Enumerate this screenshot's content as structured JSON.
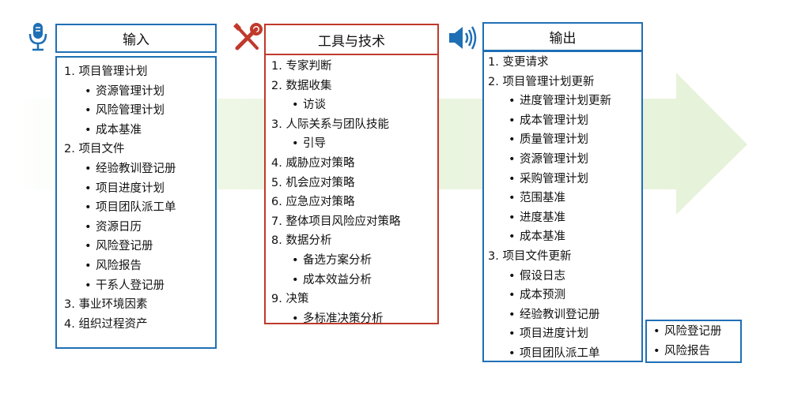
{
  "inputs": {
    "title": "输入",
    "items": [
      {
        "text": "1. 项目管理计划",
        "level": 0
      },
      {
        "text": "资源管理计划",
        "level": 1
      },
      {
        "text": "风险管理计划",
        "level": 1
      },
      {
        "text": "成本基准",
        "level": 1
      },
      {
        "text": "2. 项目文件",
        "level": 0
      },
      {
        "text": "经验教训登记册",
        "level": 1
      },
      {
        "text": "项目进度计划",
        "level": 1
      },
      {
        "text": "项目团队派工单",
        "level": 1
      },
      {
        "text": "资源日历",
        "level": 1
      },
      {
        "text": "风险登记册",
        "level": 1
      },
      {
        "text": "风险报告",
        "level": 1
      },
      {
        "text": "干系人登记册",
        "level": 1
      },
      {
        "text": "3. 事业环境因素",
        "level": 0
      },
      {
        "text": "4. 组织过程资产",
        "level": 0
      }
    ]
  },
  "tools": {
    "title": "工具与技术",
    "items": [
      {
        "text": "1. 专家判断",
        "level": 0
      },
      {
        "text": "2. 数据收集",
        "level": 0
      },
      {
        "text": "访谈",
        "level": 1
      },
      {
        "text": "3. 人际关系与团队技能",
        "level": 0
      },
      {
        "text": "引导",
        "level": 1
      },
      {
        "text": "4. 威胁应对策略",
        "level": 0
      },
      {
        "text": "5. 机会应对策略",
        "level": 0
      },
      {
        "text": "6. 应急应对策略",
        "level": 0
      },
      {
        "text": "7. 整体项目风险应对策略",
        "level": 0
      },
      {
        "text": "8. 数据分析",
        "level": 0
      },
      {
        "text": "备选方案分析",
        "level": 1
      },
      {
        "text": "成本效益分析",
        "level": 1
      },
      {
        "text": "9. 决策",
        "level": 0
      },
      {
        "text": "多标准决策分析",
        "level": 1
      }
    ]
  },
  "outputs": {
    "title": "输出",
    "items": [
      {
        "text": "1. 变更请求",
        "level": 0
      },
      {
        "text": "2. 项目管理计划更新",
        "level": 0
      },
      {
        "text": "进度管理计划更新",
        "level": 1
      },
      {
        "text": "成本管理计划",
        "level": 1
      },
      {
        "text": "质量管理计划",
        "level": 1
      },
      {
        "text": "资源管理计划",
        "level": 1
      },
      {
        "text": "采购管理计划",
        "level": 1
      },
      {
        "text": "范围基准",
        "level": 1
      },
      {
        "text": "进度基准",
        "level": 1
      },
      {
        "text": "成本基准",
        "level": 1
      },
      {
        "text": "3. 项目文件更新",
        "level": 0
      },
      {
        "text": "假设日志",
        "level": 1
      },
      {
        "text": "成本预测",
        "level": 1
      },
      {
        "text": "经验教训登记册",
        "level": 1
      },
      {
        "text": "项目进度计划",
        "level": 1
      },
      {
        "text": "项目团队派工单",
        "level": 1
      }
    ],
    "extra_items": [
      {
        "text": "风险登记册",
        "level": 1
      },
      {
        "text": "风险报告",
        "level": 1
      }
    ]
  },
  "bullet": "•",
  "colors": {
    "blue": "#1f6fb5",
    "red": "#c0392b",
    "arrow": "#eaf5df"
  },
  "icons": {
    "inputs": "microphone-icon",
    "tools": "wrench-screwdriver-icon",
    "outputs": "speaker-icon"
  }
}
